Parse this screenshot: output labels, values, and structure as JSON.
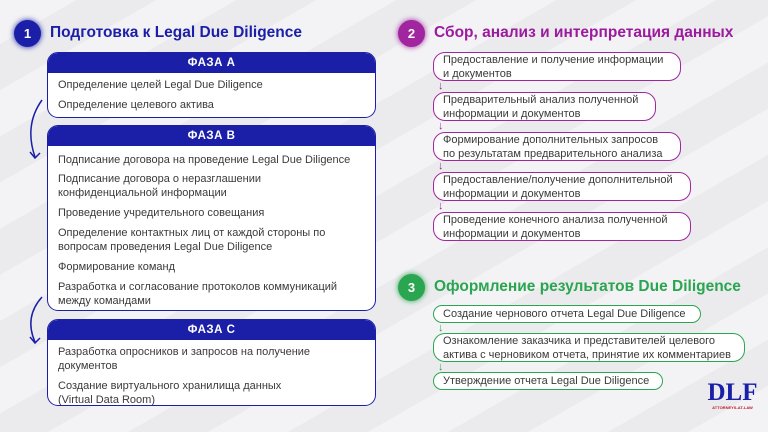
{
  "section1": {
    "number": "1",
    "title": "Подготовка к Legal Due Diligence",
    "phases": [
      {
        "label": "ФАЗА A",
        "items": [
          "Определение целей Legal Due Diligence",
          "Определение целевого актива"
        ]
      },
      {
        "label": "ФАЗА B",
        "items": [
          "Подписание договора на проведение Legal Due Diligence",
          "Подписание договора о неразглашении конфиденциальной информации",
          "Проведение учредительного совещания",
          "Определение контактных лиц от каждой стороны по вопросам проведения Legal Due Diligence",
          "Формирование команд",
          "Разработка и согласование протоколов коммуникаций между командами"
        ]
      },
      {
        "label": "ФАЗА C",
        "items": [
          "Разработка опросников и запросов на получение документов",
          "Создание виртуального хранилища данных (Virtual Data Room)"
        ]
      }
    ]
  },
  "section2": {
    "number": "2",
    "title": "Сбор, анализ и интерпретация данных",
    "steps": [
      "Предоставление и получение информации и документов",
      "Предварительный анализ полученной информации и документов",
      "Формирование дополнительных запросов по результатам предварительного анализа",
      "Предоставление/получение дополнительной информации и документов",
      "Проведение конечного анализа полученной информации и документов"
    ]
  },
  "section3": {
    "number": "3",
    "title": "Оформление результатов Due Diligence",
    "steps": [
      "Создание чернового отчета Legal Due Diligence",
      "Ознакомление заказчика и представителей целевого актива с черновиком отчета, принятие их комментариев",
      "Утверждение отчета Legal Due Diligence"
    ]
  },
  "logo": {
    "text": "DLF",
    "subtitle": "ATTORNEYS-AT-LAW"
  },
  "colors": {
    "blue": "#1b1fa8",
    "purple": "#a0259e",
    "green": "#2aa550"
  }
}
